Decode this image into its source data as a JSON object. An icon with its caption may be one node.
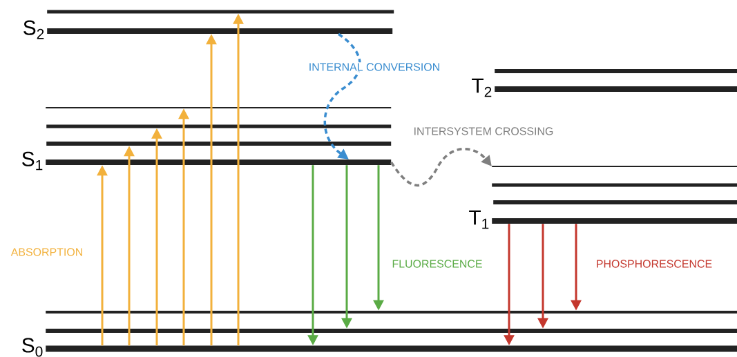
{
  "diagram": {
    "nodes": [
      {
        "text": [],
        "shape": "bar"
      },
      {
        "text": [],
        "shape": "bar",
        "beside": [
          "S$_{2}$"
        ]
      },
      {
        "text": [],
        "shape": "bar"
      },
      {
        "text": [],
        "shape": "bar",
        "beside": [
          "T$_{2}$"
        ]
      },
      {
        "text": [],
        "shape": "bar"
      },
      {
        "text": [],
        "shape": "bar"
      },
      {
        "text": [],
        "shape": "bar"
      },
      {
        "text": [],
        "shape": "bar",
        "beside": [
          "S$_{1}$"
        ]
      },
      {
        "text": [],
        "shape": "bar"
      },
      {
        "text": [],
        "shape": "bar"
      },
      {
        "text": [],
        "shape": "bar"
      },
      {
        "text": [],
        "shape": "bar",
        "beside": [
          "T$_{1}$"
        ]
      },
      {
        "text": [],
        "shape": "bar"
      },
      {
        "text": [],
        "shape": "bar"
      },
      {
        "text": [],
        "shape": "bar",
        "beside": [
          "S$_{0}$"
        ]
      }
    ],
    "edges": [
      {
        "from": 14,
        "to": 7,
        "arrow": "to",
        "color": "#f2b13c"
      },
      {
        "from": 14,
        "to": 6,
        "arrow": "to",
        "color": "#f2b13c"
      },
      {
        "from": 14,
        "to": 5,
        "arrow": "to",
        "color": "#f2b13c"
      },
      {
        "from": 14,
        "to": 4,
        "arrow": "to",
        "color": "#f2b13c"
      },
      {
        "from": 14,
        "to": 1,
        "arrow": "to",
        "color": "#f2b13c"
      },
      {
        "from": 14,
        "to": 0,
        "arrow": "to",
        "color": "#f2b13c"
      },
      {
        "from": 7,
        "to": 14,
        "arrow": "to",
        "color": "#5aab45"
      },
      {
        "from": 7,
        "to": 13,
        "arrow": "to",
        "color": "#5aab45"
      },
      {
        "from": 7,
        "to": 12,
        "arrow": "to",
        "color": "#5aab45"
      },
      {
        "from": 11,
        "to": 14,
        "arrow": "to",
        "color": "#c4372d"
      },
      {
        "from": 11,
        "to": 13,
        "arrow": "to",
        "color": "#c4372d"
      },
      {
        "from": 11,
        "to": 12,
        "arrow": "to",
        "color": "#c4372d"
      },
      {
        "from": 1,
        "to": 7,
        "arrow": "to",
        "style": "dashed",
        "color": "#3a8dd0",
        "label": "INTERNAL CONVERSION"
      },
      {
        "from": 7,
        "to": 8,
        "arrow": "to",
        "style": "dashed",
        "color": "#7f7f7f",
        "label": "INTERSYSTEM CROSSING"
      }
    ],
    "labels": [
      "ABSORPTION",
      "FLUORESCENCE",
      "PHOSPHORESCENCE"
    ]
  }
}
